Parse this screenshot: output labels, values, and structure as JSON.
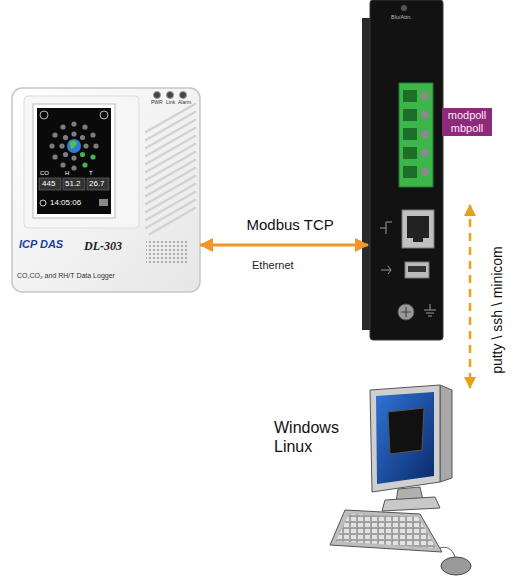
{
  "diagram": {
    "nodes": [
      {
        "text": [
          "DL-303"
        ]
      },
      {
        "text": [
          "modpoll mbpoll"
        ]
      },
      {
        "text": [
          "Windows Linux"
        ]
      }
    ],
    "edges": [
      {
        "from": 0,
        "to": 1,
        "arrow": "both",
        "label": "Modbus TCP"
      },
      {
        "from": 1,
        "to": 2,
        "arrow": "both",
        "label": "putty \\ ssh \\ minicom"
      }
    ],
    "labels": [
      "PWR",
      "Link",
      "Alarm",
      "CO",
      "H",
      "T",
      "445",
      "51.2",
      "26.7",
      "14:05:06",
      "ICP DAS",
      "CO,CO₂ and RH/T Data Logger",
      "Ethernet",
      "Blu/Attn."
    ]
  }
}
